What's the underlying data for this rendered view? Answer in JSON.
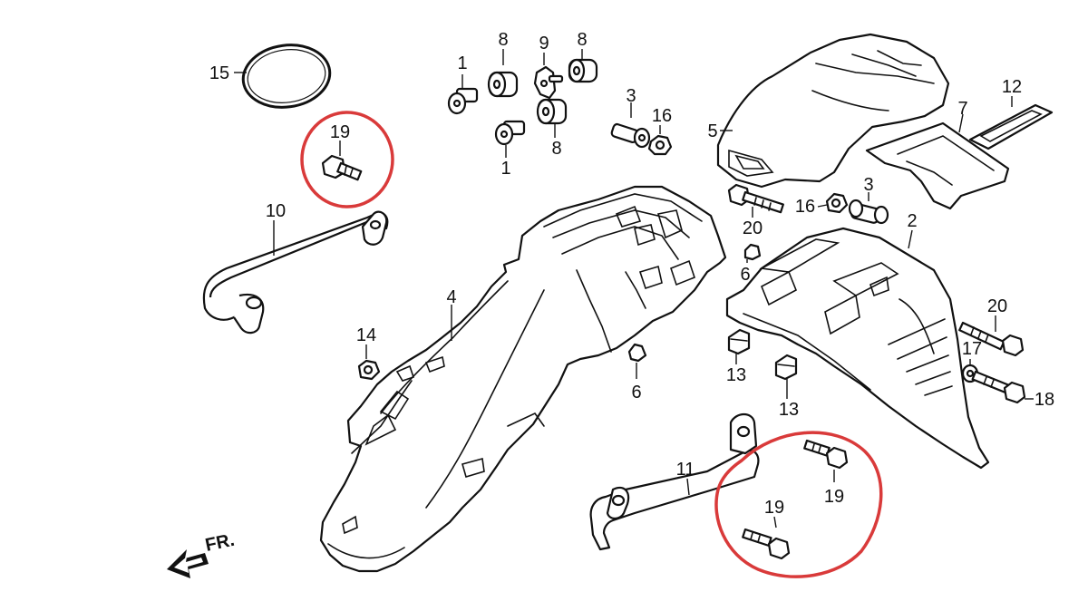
{
  "diagram": {
    "direction_label": "FR.",
    "highlight_color": "#d93a3a",
    "callouts": {
      "c1a": "1",
      "c1b": "1",
      "c8a": "8",
      "c8b": "8",
      "c8c": "8",
      "c9": "9",
      "c3a": "3",
      "c3b": "3",
      "c16a": "16",
      "c16b": "16",
      "c5": "5",
      "c12": "12",
      "c7": "7",
      "c15": "15",
      "c19a": "19",
      "c19b": "19",
      "c19c": "19",
      "c10": "10",
      "c20a": "20",
      "c20b": "20",
      "c6a": "6",
      "c6b": "6",
      "c2": "2",
      "c4": "4",
      "c14": "14",
      "c13a": "13",
      "c13b": "13",
      "c17": "17",
      "c18": "18",
      "c11": "11"
    }
  }
}
